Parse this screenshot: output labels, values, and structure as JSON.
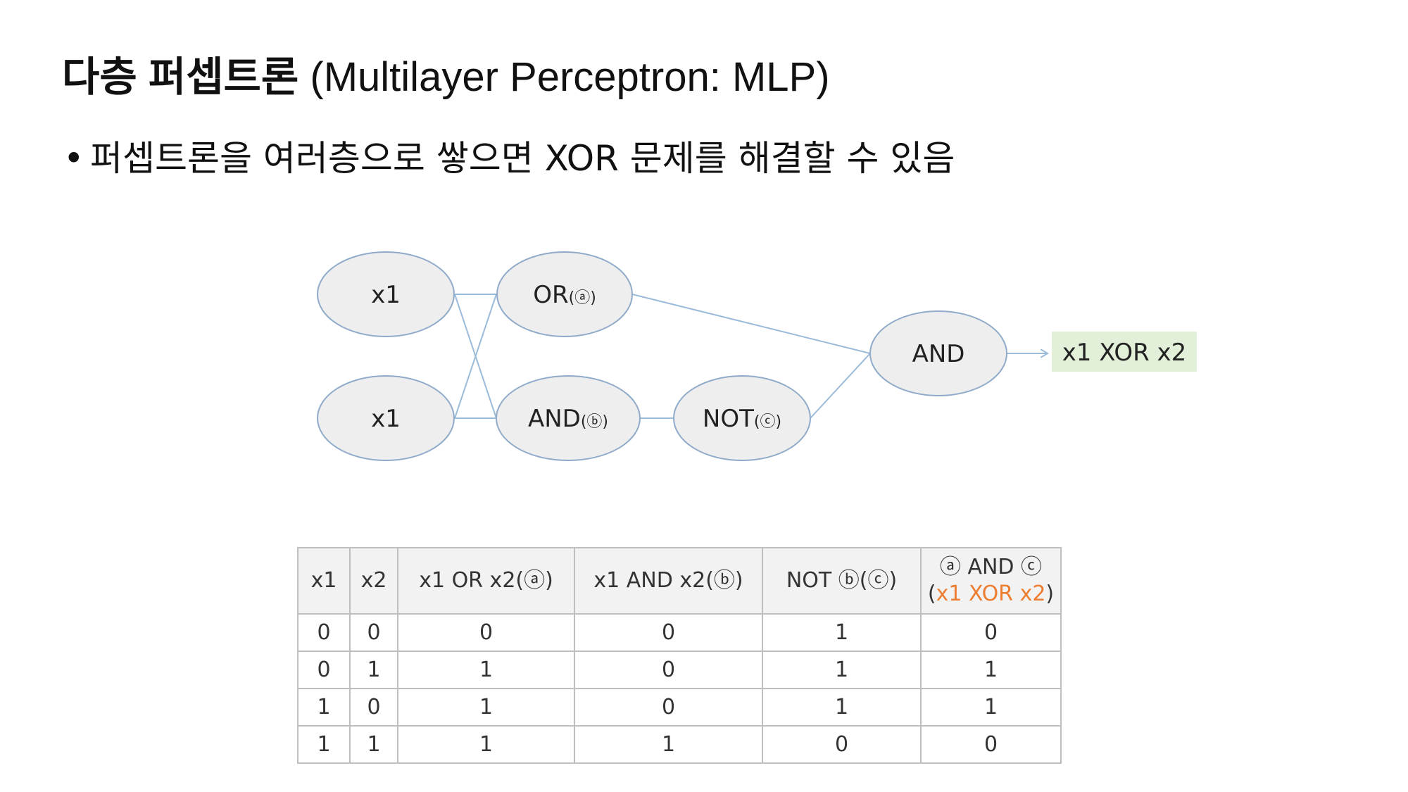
{
  "title": {
    "korean": "다층 퍼셉트론",
    "english": "(Multilayer Perceptron: MLP)"
  },
  "bullet": {
    "marker": "•",
    "text": "퍼셉트론을 여러층으로 쌓으면 XOR 문제를 해결할 수 있음"
  },
  "diagram": {
    "nodes": [
      {
        "id": "input1",
        "label": "x1",
        "sub": ""
      },
      {
        "id": "input2",
        "label": "x1",
        "sub": ""
      },
      {
        "id": "or",
        "label": "OR",
        "sub": "(ⓐ)"
      },
      {
        "id": "and-b",
        "label": "AND",
        "sub": "(ⓑ)"
      },
      {
        "id": "not",
        "label": "NOT",
        "sub": "(ⓒ)"
      },
      {
        "id": "and-final",
        "label": "AND",
        "sub": ""
      }
    ],
    "output": {
      "label": "x1 XOR x2",
      "color": "#e2f0d9"
    }
  },
  "table": {
    "headers": [
      "x1",
      "x2",
      "x1 OR x2(ⓐ)",
      "x1 AND x2(ⓑ)",
      "NOT ⓑ(ⓒ)"
    ],
    "last_header": {
      "line1": "ⓐ AND ⓒ",
      "open": "(",
      "highlight": "x1 XOR x2",
      "close": ")",
      "highlight_color": "#ed7d31"
    },
    "rows": [
      [
        "0",
        "0",
        "0",
        "0",
        "1",
        "0"
      ],
      [
        "0",
        "1",
        "1",
        "0",
        "1",
        "1"
      ],
      [
        "1",
        "0",
        "1",
        "0",
        "1",
        "1"
      ],
      [
        "1",
        "1",
        "1",
        "1",
        "0",
        "0"
      ]
    ]
  }
}
